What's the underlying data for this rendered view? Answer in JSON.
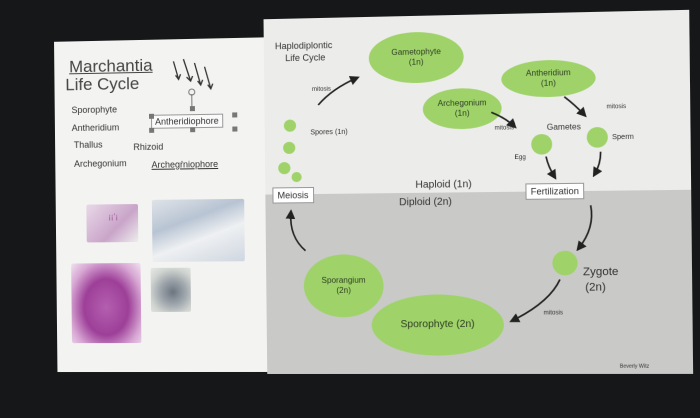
{
  "left_slide": {
    "title_line1": "Marchantia",
    "title_line2": "Life Cycle",
    "labels": {
      "sporophyte": "Sporophyte",
      "antheridium": "Antheridium",
      "antheridiophore": "Antheridiophore",
      "thallus": "Thallus",
      "rhizoid": "Rhizoid",
      "archegonium": "Archegonium",
      "archegoniophore": "Archegŕniophore"
    },
    "thumb_text": "¡¡‘¡"
  },
  "right_slide": {
    "title_line1": "Haplodiplontic",
    "title_line2": "Life Cycle",
    "gametophyte": "Gametophyte",
    "gametophyte_ploidy": "(1n)",
    "antheridium": "Antheridium",
    "antheridium_ploidy": "(1n)",
    "archegonium": "Archegonium",
    "archegonium_ploidy": "(1n)",
    "mitosis_top": "mitosis",
    "mitosis_mid": "mitosis",
    "mitosis_right": "mitosis",
    "mitosis_bottom": "mitosis",
    "spores": "Spores (1n)",
    "gametes": "Gametes",
    "egg": "Egg",
    "sperm": "Sperm",
    "meiosis": "Meiosis",
    "fertilization": "Fertilization",
    "haploid": "Haploid (1n)",
    "diploid": "Diploid (2n)",
    "sporangium": "Sporangium",
    "sporangium_ploidy": "(2n)",
    "zygote": "Zygote",
    "zygote_ploidy": "(2n)",
    "sporophyte": "Sporophyte (2n)",
    "credit": "Beverly Witz"
  },
  "colors": {
    "ellipse_green": "#9fd36a",
    "lower_band": "#c9c9c7",
    "upper_band": "#ececea"
  }
}
